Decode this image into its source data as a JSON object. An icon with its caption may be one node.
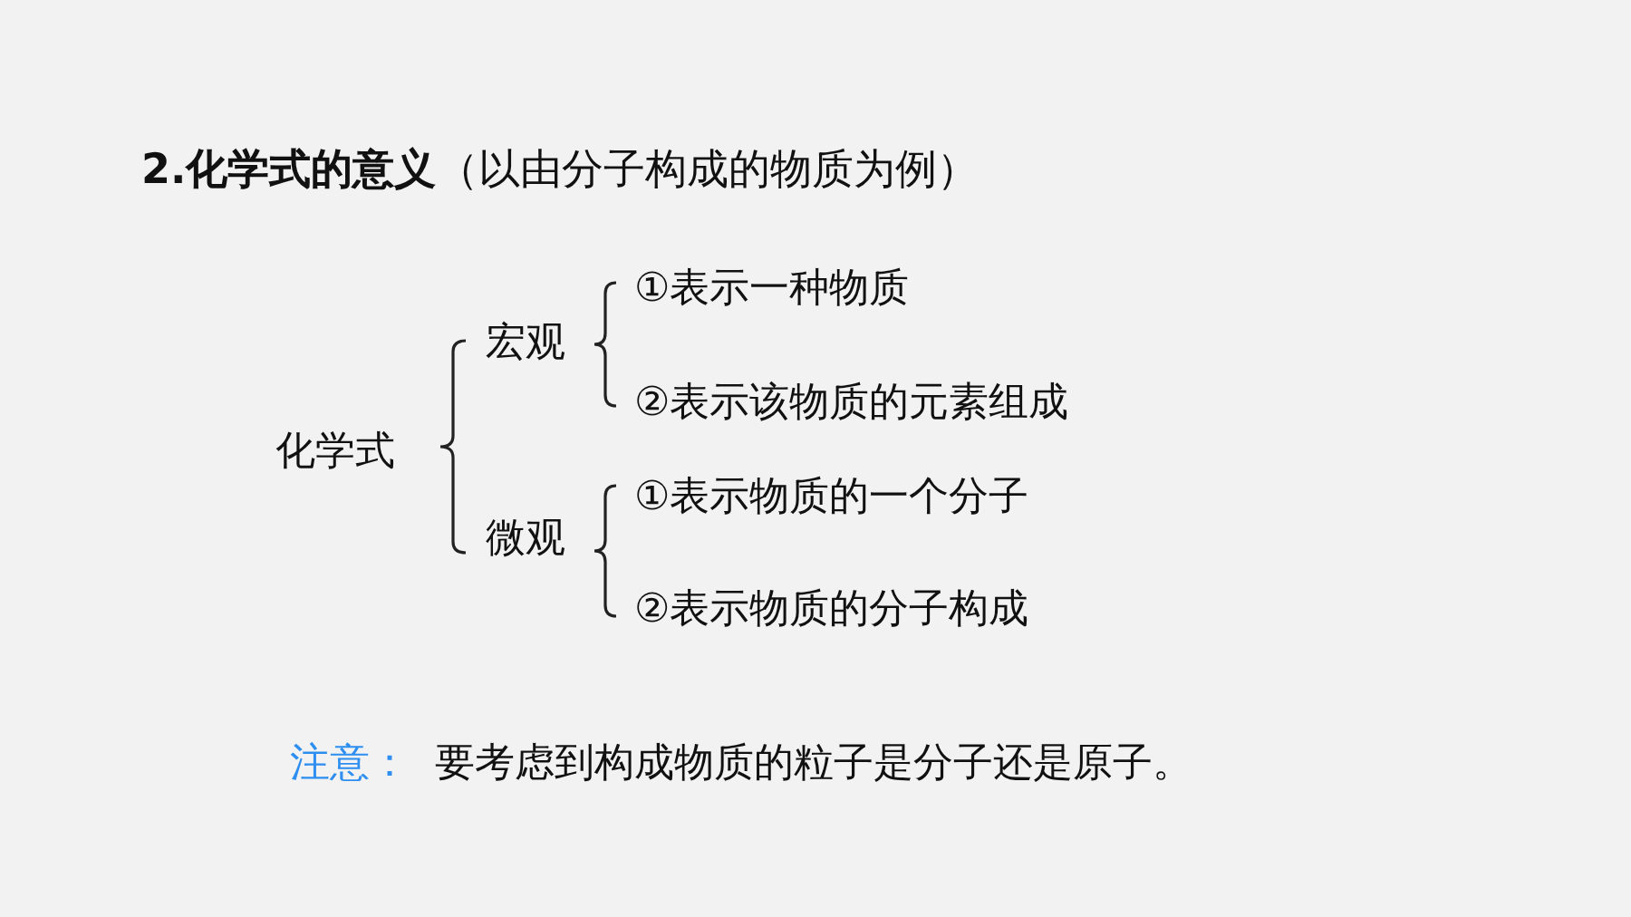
{
  "diagram": {
    "title": "**2.化学式的意义**（以由分子构成的物质为例）",
    "nodes": [
      {
        "text": [
          "化学式"
        ]
      },
      {
        "text": [
          "宏观"
        ]
      },
      {
        "text": [
          "①表示一种物质"
        ]
      },
      {
        "text": [
          "②表示该物质的元素组成"
        ]
      },
      {
        "text": [
          "微观"
        ]
      },
      {
        "text": [
          "①表示物质的一个分子"
        ]
      },
      {
        "text": [
          "②表示物质的分子构成"
        ]
      }
    ],
    "labels": [
      "注意：",
      "要考虑到构成物质的粒子是分子还是原子。"
    ]
  }
}
